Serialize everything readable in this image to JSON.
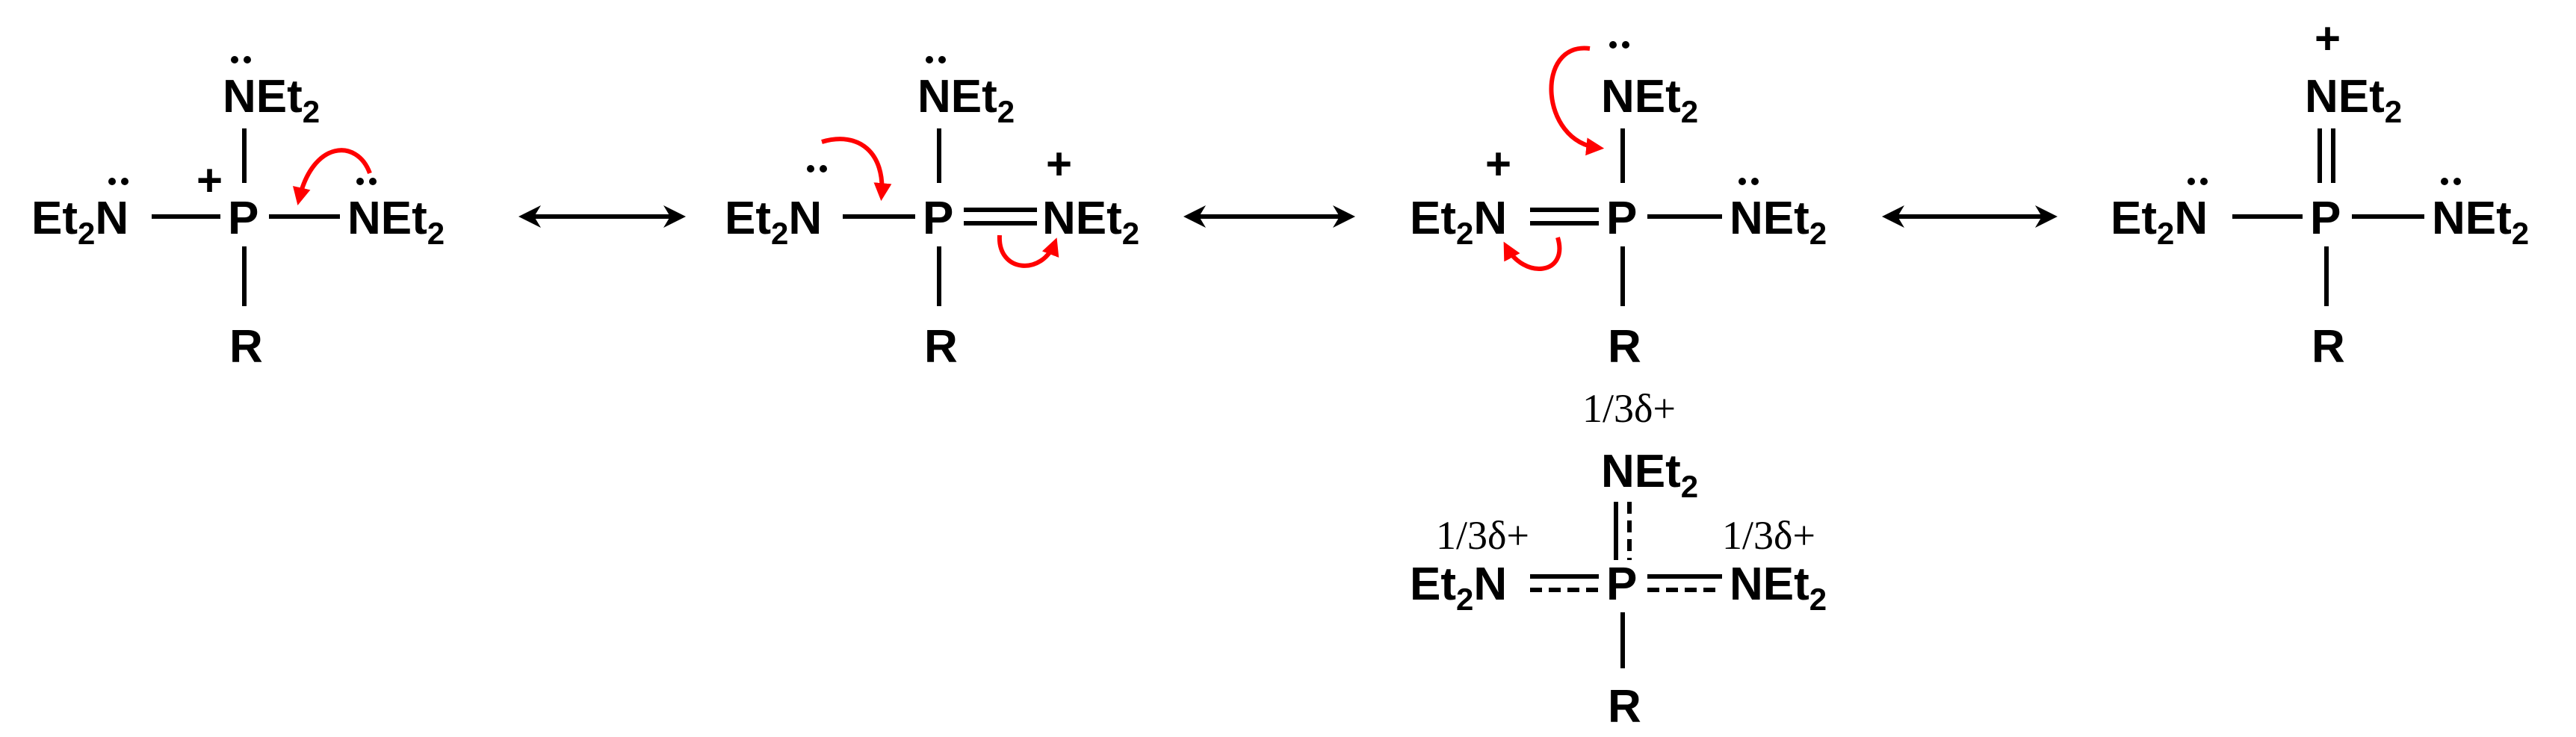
{
  "groups": {
    "et2n": "Et",
    "net2": "NEt",
    "subscript": "2",
    "p": "P",
    "r": "R"
  },
  "charges": {
    "plus": "+",
    "partial": "1/3δ+"
  },
  "colors": {
    "ink": "#000000",
    "arrow": "#ff0000",
    "background": "#ffffff"
  },
  "icons": {
    "equilibrium": "double-headed-arrow-icon",
    "electron_push": "curved-arrow-icon",
    "lone_pair": "lone-pair-dots-icon"
  }
}
